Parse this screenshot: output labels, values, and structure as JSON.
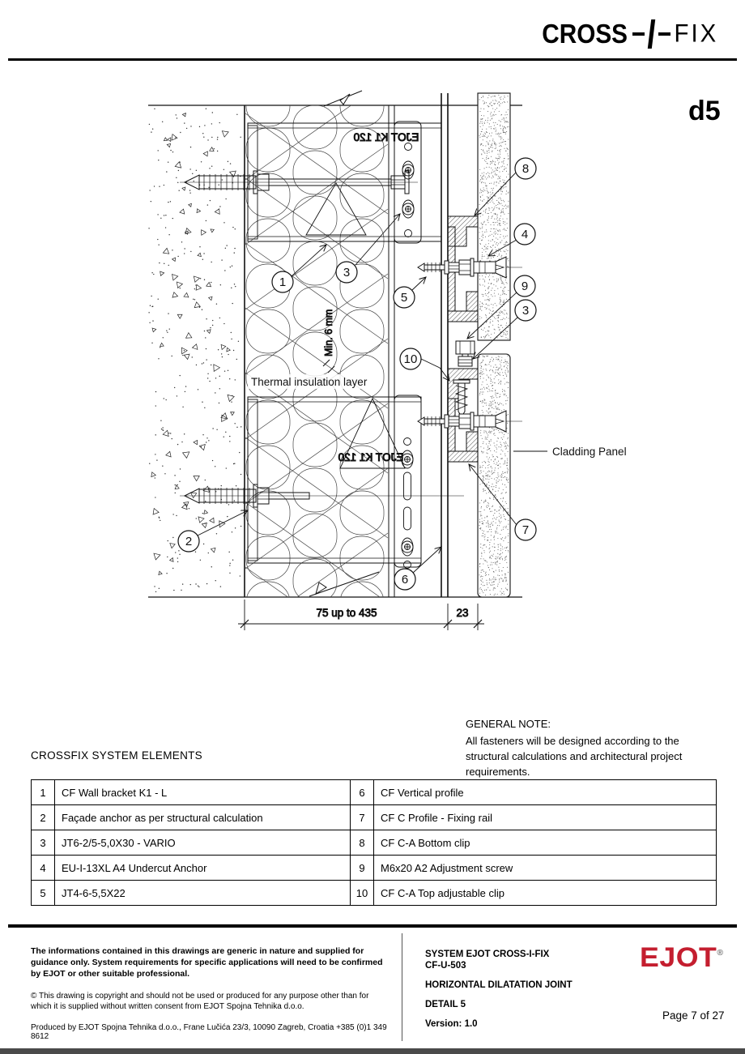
{
  "header": {
    "logo_cross": "CROSS",
    "logo_fix": "FIX"
  },
  "drawing": {
    "detail_code": "d5",
    "labels": {
      "thermal": "Thermal insulation layer",
      "cladding": "Cladding Panel",
      "min_gap": "Min. 6 mm",
      "dim_main": "75 up to 435",
      "dim_cavity": "23",
      "bracket_stamp": "EJOT K1 120"
    },
    "callouts": {
      "c1": "1",
      "c2": "2",
      "c3": "3",
      "c4": "4",
      "c5": "5",
      "c6": "6",
      "c7": "7",
      "c8": "8",
      "c9": "9",
      "c10": "10"
    }
  },
  "note": {
    "title": "GENERAL NOTE:",
    "body": "All fasteners will be designed according to the structural calculations and architectural project requirements."
  },
  "elements": {
    "title": "CROSSFIX SYSTEM ELEMENTS",
    "left": [
      {
        "num": "1",
        "label": "CF Wall bracket K1 - L"
      },
      {
        "num": "2",
        "label": "Façade anchor as per structural calculation"
      },
      {
        "num": "3",
        "label": "JT6-2/5-5,0X30 - VARIO"
      },
      {
        "num": "4",
        "label": "EU-I-13XL A4 Undercut Anchor"
      },
      {
        "num": "5",
        "label": "JT4-6-5,5X22"
      }
    ],
    "right": [
      {
        "num": "6",
        "label": "CF Vertical profile"
      },
      {
        "num": "7",
        "label": "CF C Profile - Fixing rail"
      },
      {
        "num": "8",
        "label": "CF C-A  Bottom clip"
      },
      {
        "num": "9",
        "label": "M6x20 A2  Adjustment screw"
      },
      {
        "num": "10",
        "label": "CF C-A  Top adjustable clip"
      }
    ]
  },
  "footer": {
    "disclaimer": "The informations contained in this drawings are generic in nature and supplied for guidance only. System requirements for specific applications will need to be confirmed by EJOT or other suitable professional.",
    "copyright": "© This drawing is copyright and should not be used or produced for any purpose other than for which it is supplied without written consent from EJOT Spojna Tehnika d.o.o.",
    "produced": "Produced by EJOT Spojna Tehnika d.o.o., Frane Lučića 23/3, 10090 Zagreb, Croatia +385 (0)1 349 8612",
    "system_line1": "SYSTEM EJOT CROSS-I-FIX",
    "system_line2": "CF-U-503",
    "doc_title": "HORIZONTAL DILATATION JOINT",
    "detail": "DETAIL 5",
    "version": "Version: 1.0",
    "brand": "EJOT",
    "brand_reg": "®",
    "page": "Page 7 of 27"
  },
  "colors": {
    "accent": "#C41E2F",
    "ink": "#000000"
  }
}
